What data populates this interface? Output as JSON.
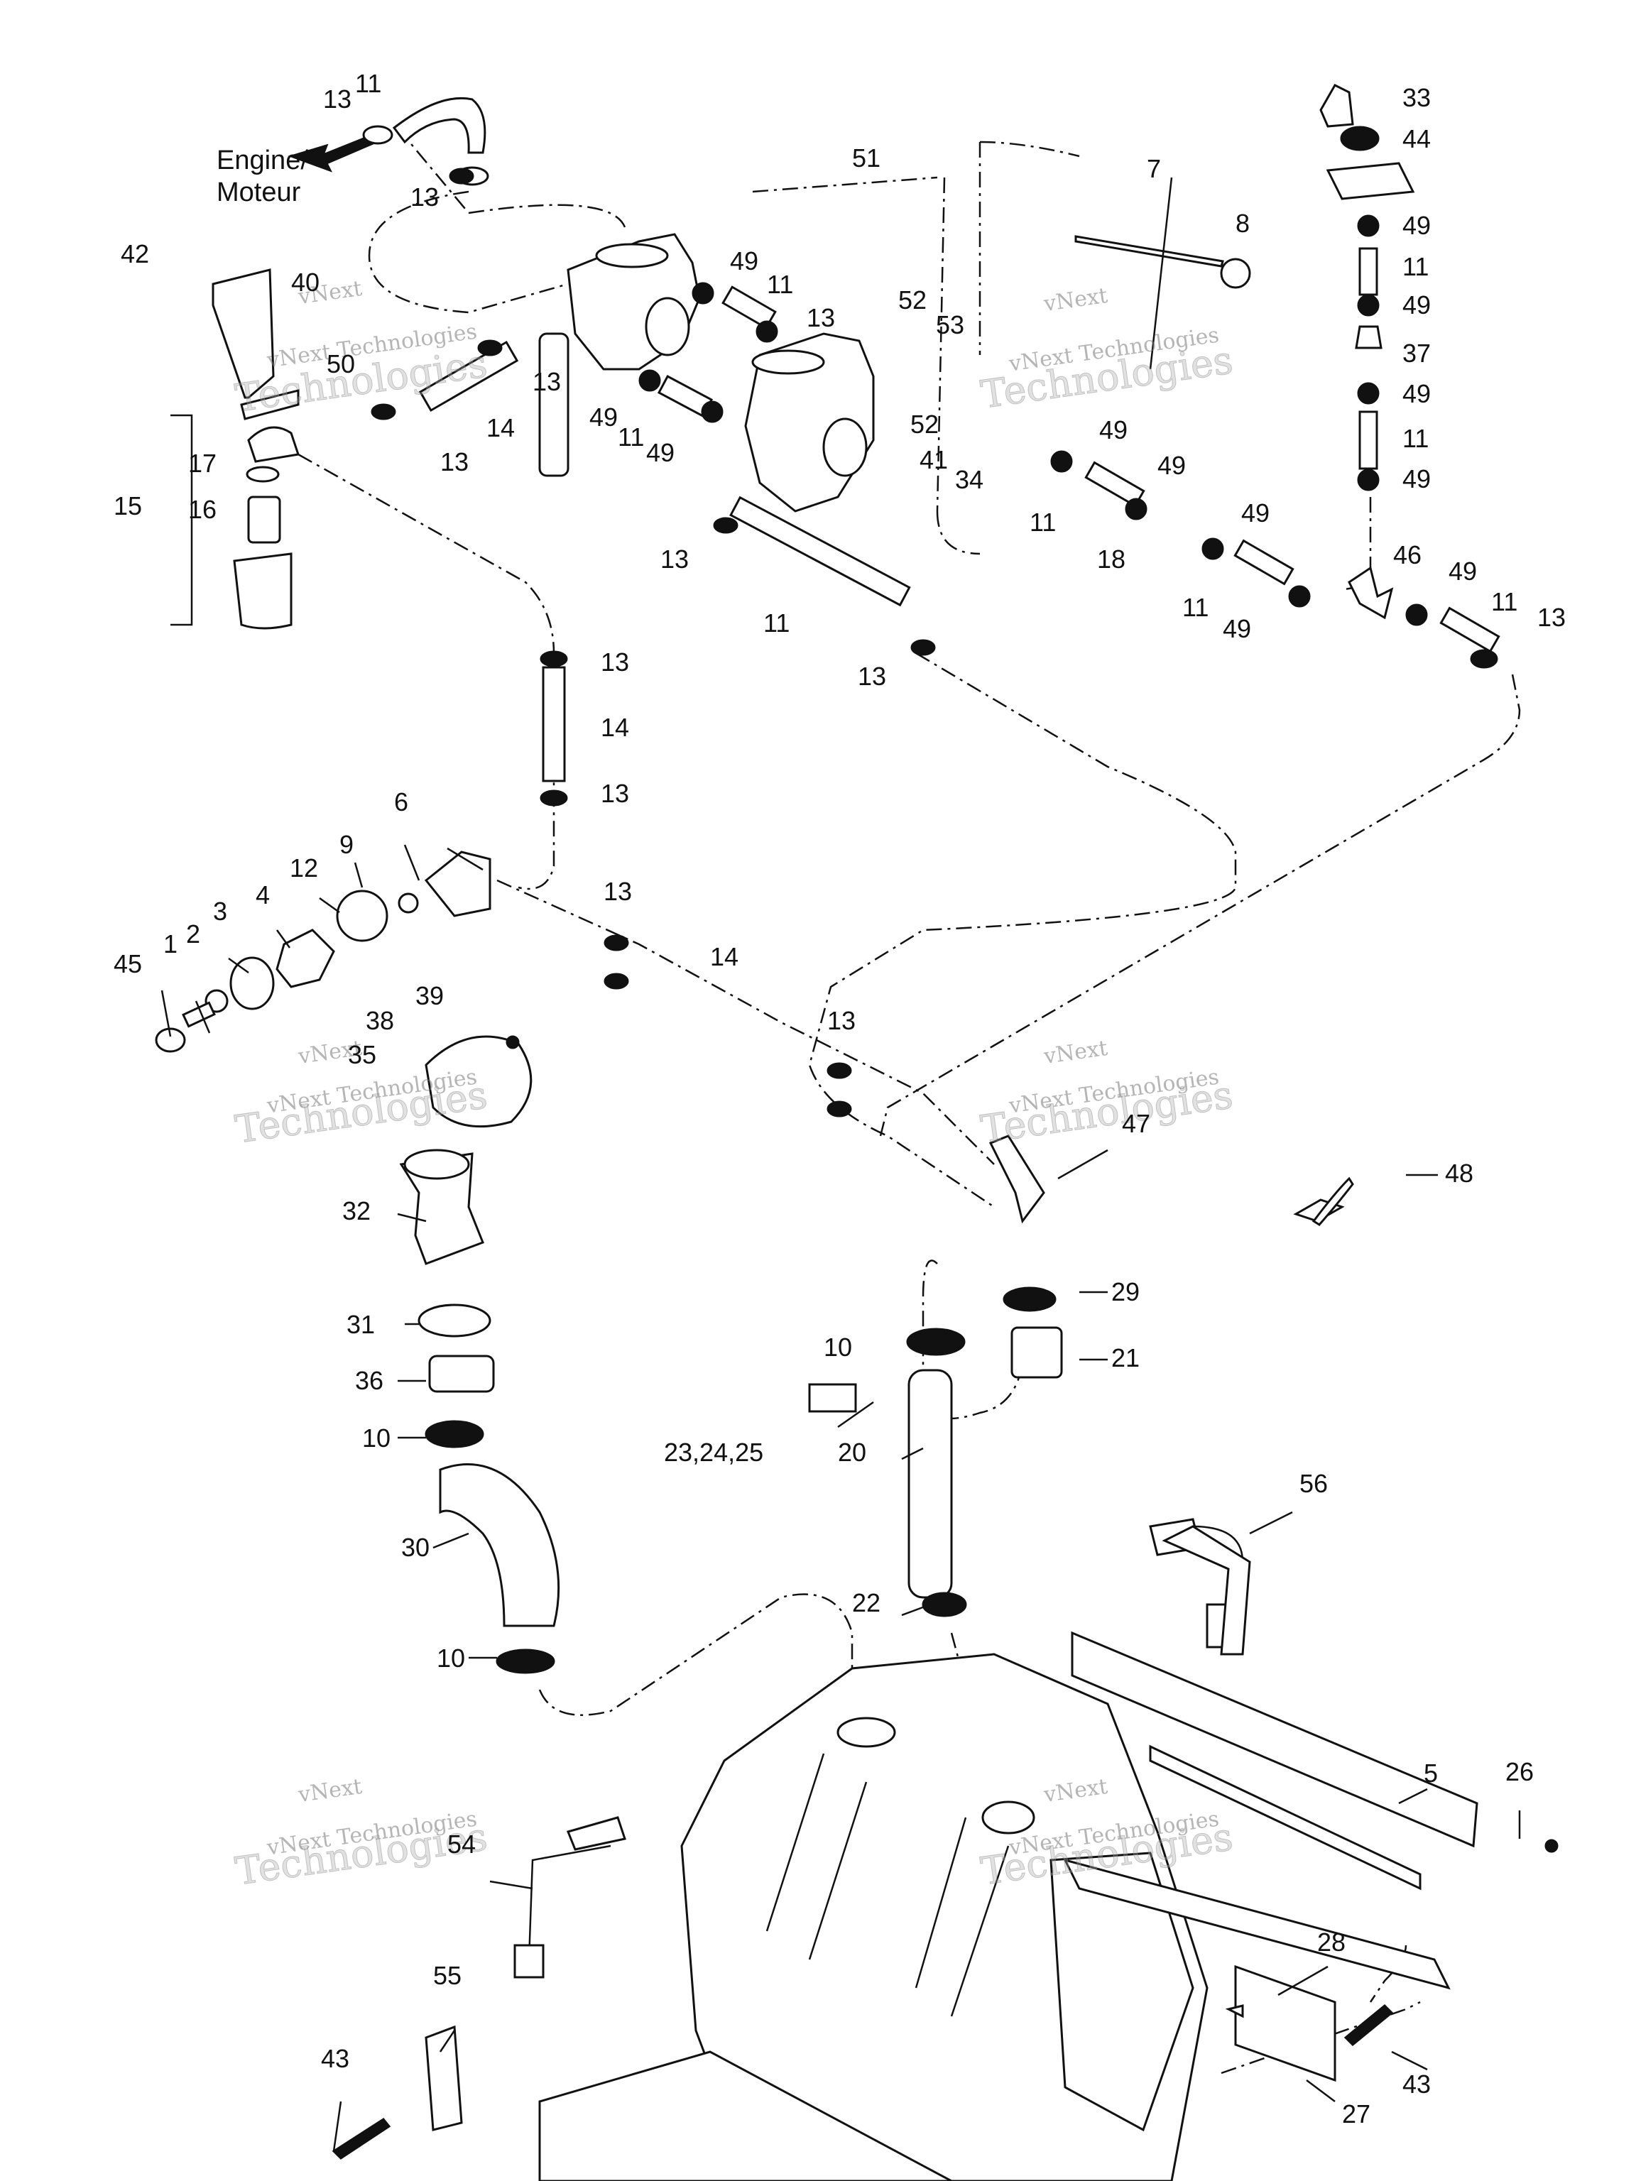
{
  "watermark": {
    "line1": "vNext",
    "line2": "vNext Technologies",
    "line3": "Technologies"
  },
  "engine_label": {
    "line1": "Engine/",
    "line2": "Moteur"
  },
  "callouts": [
    {
      "id": "c-11a",
      "text": "11"
    },
    {
      "id": "c-13a",
      "text": "13"
    },
    {
      "id": "c-13b",
      "text": "13"
    },
    {
      "id": "c-51",
      "text": "51"
    },
    {
      "id": "c-7",
      "text": "7"
    },
    {
      "id": "c-8",
      "text": "8"
    },
    {
      "id": "c-33",
      "text": "33"
    },
    {
      "id": "c-44",
      "text": "44"
    },
    {
      "id": "c-49a",
      "text": "49"
    },
    {
      "id": "c-11b",
      "text": "11"
    },
    {
      "id": "c-49b",
      "text": "49"
    },
    {
      "id": "c-37",
      "text": "37"
    },
    {
      "id": "c-49c",
      "text": "49"
    },
    {
      "id": "c-11c",
      "text": "11"
    },
    {
      "id": "c-49d",
      "text": "49"
    },
    {
      "id": "c-42",
      "text": "42"
    },
    {
      "id": "c-40",
      "text": "40"
    },
    {
      "id": "c-50",
      "text": "50"
    },
    {
      "id": "c-49e",
      "text": "49"
    },
    {
      "id": "c-11d",
      "text": "11"
    },
    {
      "id": "c-13c",
      "text": "13"
    },
    {
      "id": "c-52a",
      "text": "52"
    },
    {
      "id": "c-53",
      "text": "53"
    },
    {
      "id": "c-13d",
      "text": "13"
    },
    {
      "id": "c-49f",
      "text": "49"
    },
    {
      "id": "c-11e",
      "text": "11"
    },
    {
      "id": "c-49g",
      "text": "49"
    },
    {
      "id": "c-52b",
      "text": "52"
    },
    {
      "id": "c-14a",
      "text": "14"
    },
    {
      "id": "c-13e",
      "text": "13"
    },
    {
      "id": "c-41",
      "text": "41"
    },
    {
      "id": "c-49h",
      "text": "49"
    },
    {
      "id": "c-34",
      "text": "34"
    },
    {
      "id": "c-49i",
      "text": "49"
    },
    {
      "id": "c-11f",
      "text": "11"
    },
    {
      "id": "c-49j",
      "text": "49"
    },
    {
      "id": "c-18",
      "text": "18"
    },
    {
      "id": "c-15",
      "text": "15"
    },
    {
      "id": "c-17",
      "text": "17"
    },
    {
      "id": "c-16",
      "text": "16"
    },
    {
      "id": "c-13f",
      "text": "13"
    },
    {
      "id": "c-11g",
      "text": "11"
    },
    {
      "id": "c-46",
      "text": "46"
    },
    {
      "id": "c-49k",
      "text": "49"
    },
    {
      "id": "c-11h",
      "text": "11"
    },
    {
      "id": "c-13g",
      "text": "13"
    },
    {
      "id": "c-11i",
      "text": "11"
    },
    {
      "id": "c-49l",
      "text": "49"
    },
    {
      "id": "c-13h",
      "text": "13"
    },
    {
      "id": "c-13i",
      "text": "13"
    },
    {
      "id": "c-14b",
      "text": "14"
    },
    {
      "id": "c-13j",
      "text": "13"
    },
    {
      "id": "c-6",
      "text": "6"
    },
    {
      "id": "c-9",
      "text": "9"
    },
    {
      "id": "c-12",
      "text": "12"
    },
    {
      "id": "c-13k",
      "text": "13"
    },
    {
      "id": "c-3",
      "text": "3"
    },
    {
      "id": "c-4",
      "text": "4"
    },
    {
      "id": "c-1",
      "text": "1"
    },
    {
      "id": "c-2",
      "text": "2"
    },
    {
      "id": "c-45",
      "text": "45"
    },
    {
      "id": "c-14c",
      "text": "14"
    },
    {
      "id": "c-38",
      "text": "38"
    },
    {
      "id": "c-39",
      "text": "39"
    },
    {
      "id": "c-35",
      "text": "35"
    },
    {
      "id": "c-13l",
      "text": "13"
    },
    {
      "id": "c-47",
      "text": "47"
    },
    {
      "id": "c-48",
      "text": "48"
    },
    {
      "id": "c-32",
      "text": "32"
    },
    {
      "id": "c-29",
      "text": "29"
    },
    {
      "id": "c-10a",
      "text": "10"
    },
    {
      "id": "c-31",
      "text": "31"
    },
    {
      "id": "c-21",
      "text": "21"
    },
    {
      "id": "c-36",
      "text": "36"
    },
    {
      "id": "c-10b",
      "text": "10"
    },
    {
      "id": "c-23",
      "text": "23,24,25"
    },
    {
      "id": "c-20",
      "text": "20"
    },
    {
      "id": "c-56",
      "text": "56"
    },
    {
      "id": "c-30",
      "text": "30"
    },
    {
      "id": "c-22",
      "text": "22"
    },
    {
      "id": "c-10c",
      "text": "10"
    },
    {
      "id": "c-5",
      "text": "5"
    },
    {
      "id": "c-26",
      "text": "26"
    },
    {
      "id": "c-54",
      "text": "54"
    },
    {
      "id": "c-28",
      "text": "28"
    },
    {
      "id": "c-55",
      "text": "55"
    },
    {
      "id": "c-43a",
      "text": "43"
    },
    {
      "id": "c-43b",
      "text": "43"
    },
    {
      "id": "c-27",
      "text": "27"
    }
  ]
}
